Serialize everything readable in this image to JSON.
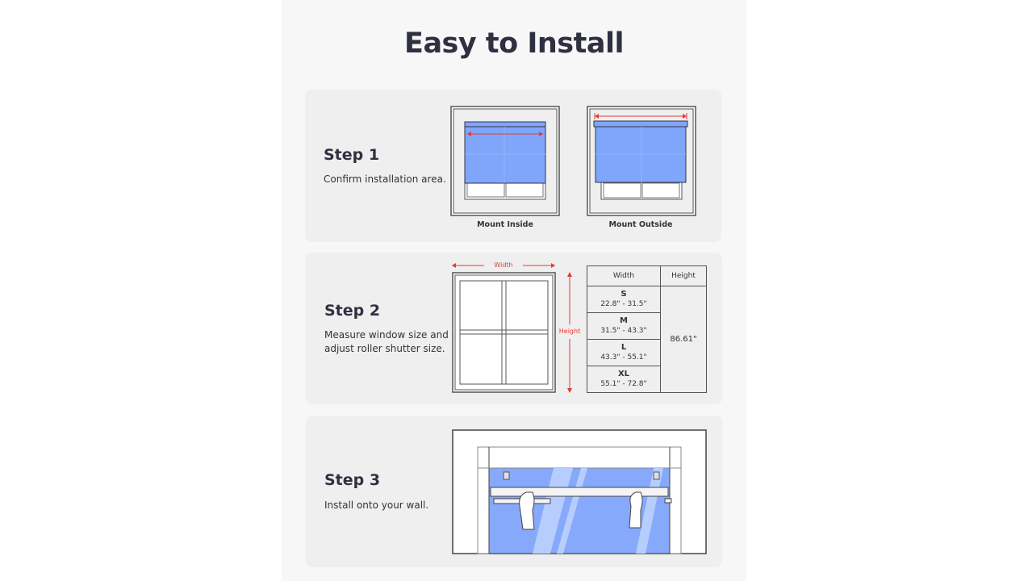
{
  "title": "Easy to Install",
  "steps": [
    {
      "label": "Step 1",
      "description": "Confirm installation area.",
      "captions": [
        "Mount Inside",
        "Mount Outside"
      ]
    },
    {
      "label": "Step 2",
      "description": "Measure window size and adjust roller shutter size.",
      "width_label": "Width",
      "height_label": "Height",
      "table": {
        "headers": [
          "Width",
          "Height"
        ],
        "rows": [
          {
            "size": "S",
            "range": "22.8\" - 31.5\""
          },
          {
            "size": "M",
            "range": "31.5\" - 43.3\""
          },
          {
            "size": "L",
            "range": "43.3\" - 55.1\""
          },
          {
            "size": "XL",
            "range": "55.1\" - 72.8\""
          }
        ],
        "height_value": "86.61\""
      }
    },
    {
      "label": "Step 3",
      "description": "Install onto your wall."
    }
  ],
  "colors": {
    "shade": "#7fa6fb",
    "measure": "#e53935",
    "card": "#efefef"
  }
}
